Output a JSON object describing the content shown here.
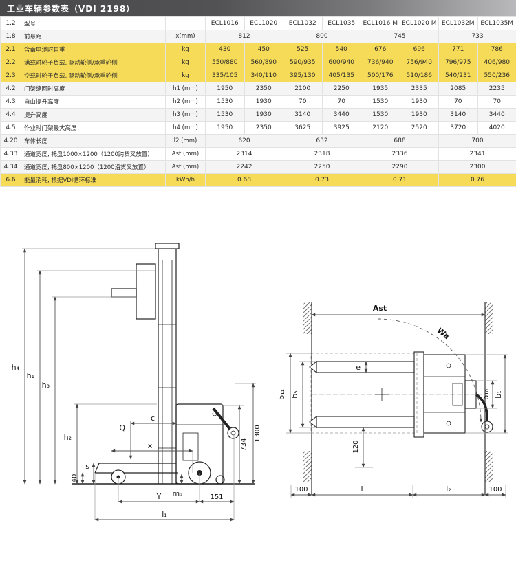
{
  "header": {
    "title": "工业车辆参数表（VDI 2198）"
  },
  "colors": {
    "highlight": "#F6DB58",
    "header_dark": "#48484A"
  },
  "table": {
    "rows": [
      {
        "no": "1.2",
        "label": "型号",
        "unit": "",
        "span": 1,
        "highlight": false,
        "values": [
          "ECL1016",
          "ECL1020",
          "ECL1032",
          "ECL1035",
          "ECL1016 M",
          "ECL1020 M",
          "ECL1032M",
          "ECL1035M"
        ]
      },
      {
        "no": "1.8",
        "label": "前悬距",
        "unit": "x(mm)",
        "span": 2,
        "highlight": false,
        "values": [
          "812",
          "800",
          "745",
          "733"
        ]
      },
      {
        "no": "2.1",
        "label": "含蓄电池时自重",
        "unit": "kg",
        "span": 1,
        "highlight": true,
        "values": [
          "430",
          "450",
          "525",
          "540",
          "676",
          "696",
          "771",
          "786"
        ]
      },
      {
        "no": "2.2",
        "label": "满载时轮子负载, 驱动轮侧/承重轮侧",
        "unit": "kg",
        "span": 1,
        "highlight": true,
        "values": [
          "550/880",
          "560/890",
          "590/935",
          "600/940",
          "736/940",
          "756/940",
          "796/975",
          "406/980"
        ]
      },
      {
        "no": "2.3",
        "label": "空载时轮子负载, 驱动轮侧/承重轮侧",
        "unit": "kg",
        "span": 1,
        "highlight": true,
        "values": [
          "335/105",
          "340/110",
          "395/130",
          "405/135",
          "500/176",
          "510/186",
          "540/231",
          "550/236"
        ]
      },
      {
        "no": "4.2",
        "label": "门架缩回时高度",
        "unit": "h1 (mm)",
        "span": 1,
        "highlight": false,
        "values": [
          "1950",
          "2350",
          "2100",
          "2250",
          "1935",
          "2335",
          "2085",
          "2235"
        ]
      },
      {
        "no": "4.3",
        "label": "自由提升高度",
        "unit": "h2 (mm)",
        "span": 1,
        "highlight": false,
        "values": [
          "1530",
          "1930",
          "70",
          "70",
          "1530",
          "1930",
          "70",
          "70"
        ]
      },
      {
        "no": "4.4",
        "label": "提升高度",
        "unit": "h3 (mm)",
        "span": 1,
        "highlight": false,
        "values": [
          "1530",
          "1930",
          "3140",
          "3440",
          "1530",
          "1930",
          "3140",
          "3440"
        ]
      },
      {
        "no": "4.5",
        "label": "作业时门架最大高度",
        "unit": "h4 (mm)",
        "span": 1,
        "highlight": false,
        "values": [
          "1950",
          "2350",
          "3625",
          "3925",
          "2120",
          "2520",
          "3720",
          "4020"
        ]
      },
      {
        "no": "4.20",
        "label": "车体长度",
        "unit": "l2 (mm)",
        "span": 2,
        "highlight": false,
        "values": [
          "620",
          "632",
          "688",
          "700"
        ]
      },
      {
        "no": "4.33",
        "label": "通道宽度, 托盘1000×1200（1200跨货叉放置）",
        "unit": "Ast (mm)",
        "span": 2,
        "highlight": false,
        "values": [
          "2314",
          "2318",
          "2336",
          "2341"
        ]
      },
      {
        "no": "4.34",
        "label": "通道宽度, 托盘800×1200（1200沿货叉放置）",
        "unit": "Ast (mm)",
        "span": 2,
        "highlight": false,
        "values": [
          "2242",
          "2250",
          "2290",
          "2300"
        ]
      },
      {
        "no": "6.6",
        "label": "能量消耗, 根据VDI循环标准",
        "unit": "kWh/h",
        "span": 2,
        "highlight": true,
        "values": [
          "0.68",
          "0.73",
          "0.71",
          "0.76"
        ]
      }
    ]
  },
  "drawings": {
    "side": {
      "h4": "h₄",
      "h1": "h₁",
      "h3": "h₃",
      "h2": "h₂",
      "s": "s",
      "d40": "40",
      "q": "Q",
      "c": "c",
      "x": "x",
      "m2": "m₂",
      "y": "Y",
      "d151": "151",
      "l1": "l₁",
      "d734": "734",
      "d1300": "1300"
    },
    "top": {
      "ast": "Ast",
      "wa": "Wa",
      "e": "e",
      "b11": "b₁₁",
      "b5": "b₅",
      "b10": "b₁₀",
      "b1": "b₁",
      "d120": "120",
      "d100l": "100",
      "l": "l",
      "l2": "l₂",
      "d100r": "100"
    }
  }
}
